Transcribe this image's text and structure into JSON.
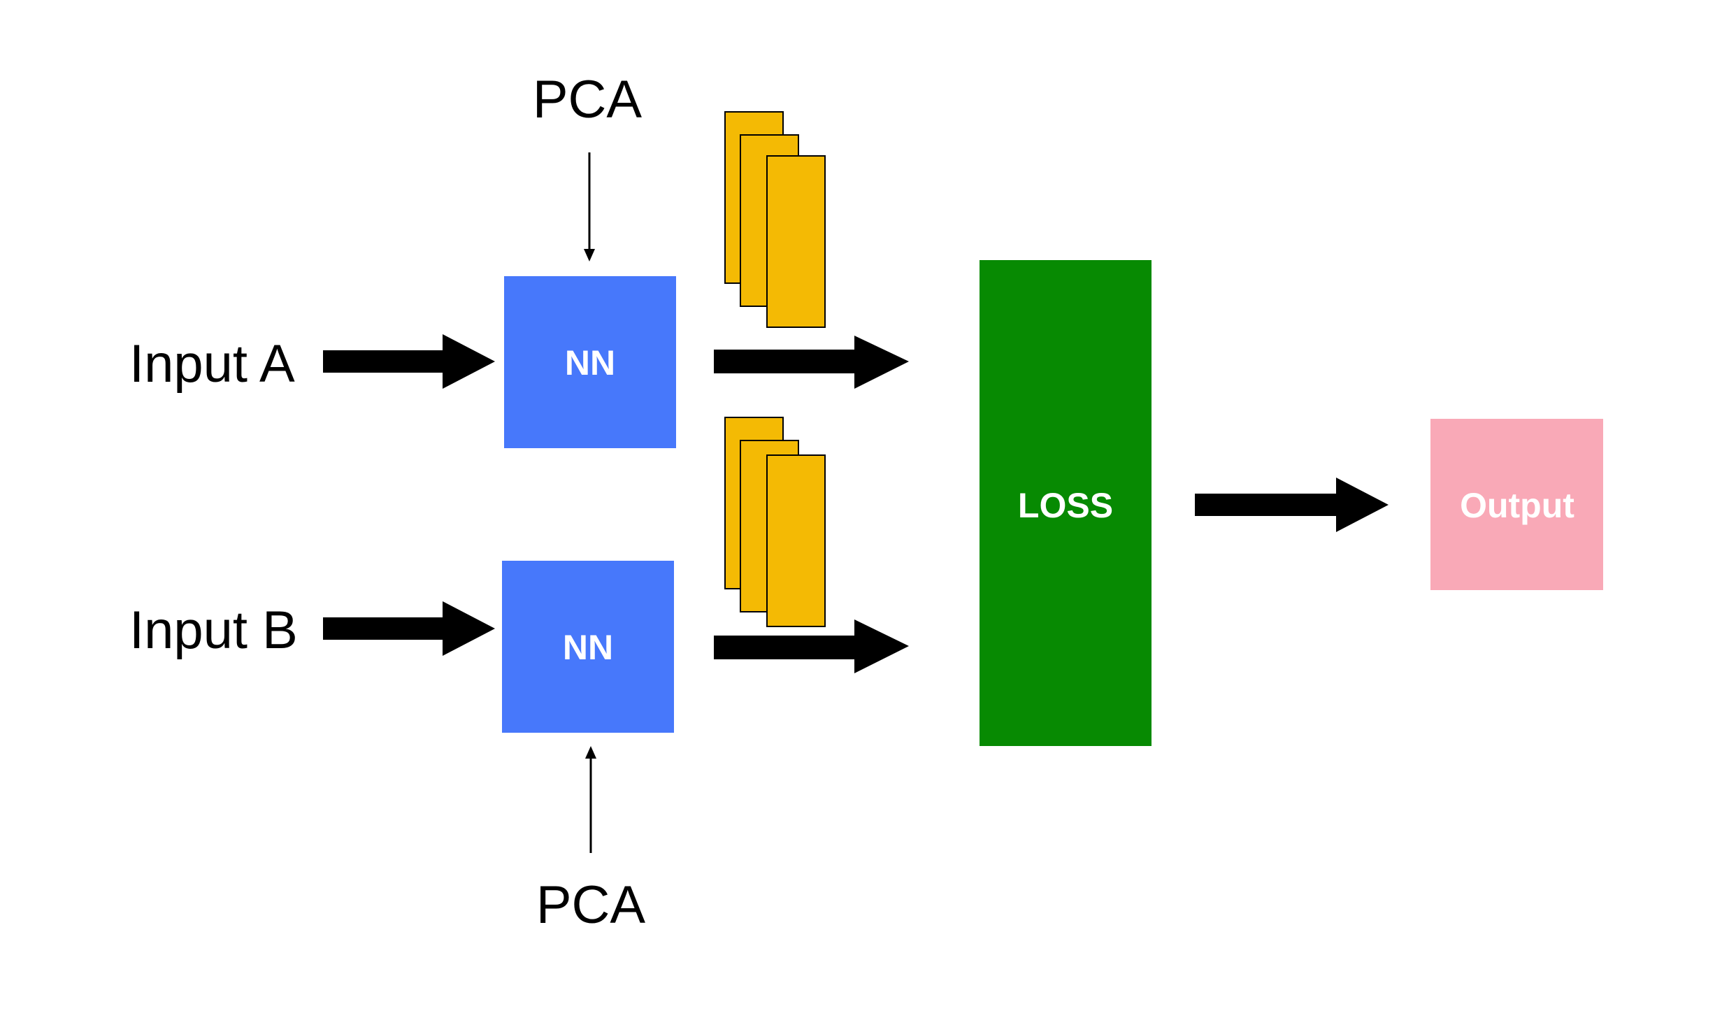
{
  "inputs": {
    "a_label": "Input A",
    "b_label": "Input B"
  },
  "pca": {
    "top_label": "PCA",
    "bottom_label": "PCA"
  },
  "nn": {
    "top_label": "NN",
    "bottom_label": "NN",
    "color": "#4778FB"
  },
  "loss": {
    "label": "LOSS",
    "color": "#078A02"
  },
  "output": {
    "label": "Output",
    "color": "#F9A9B7"
  },
  "feature_stack": {
    "color": "#F4BA04"
  }
}
